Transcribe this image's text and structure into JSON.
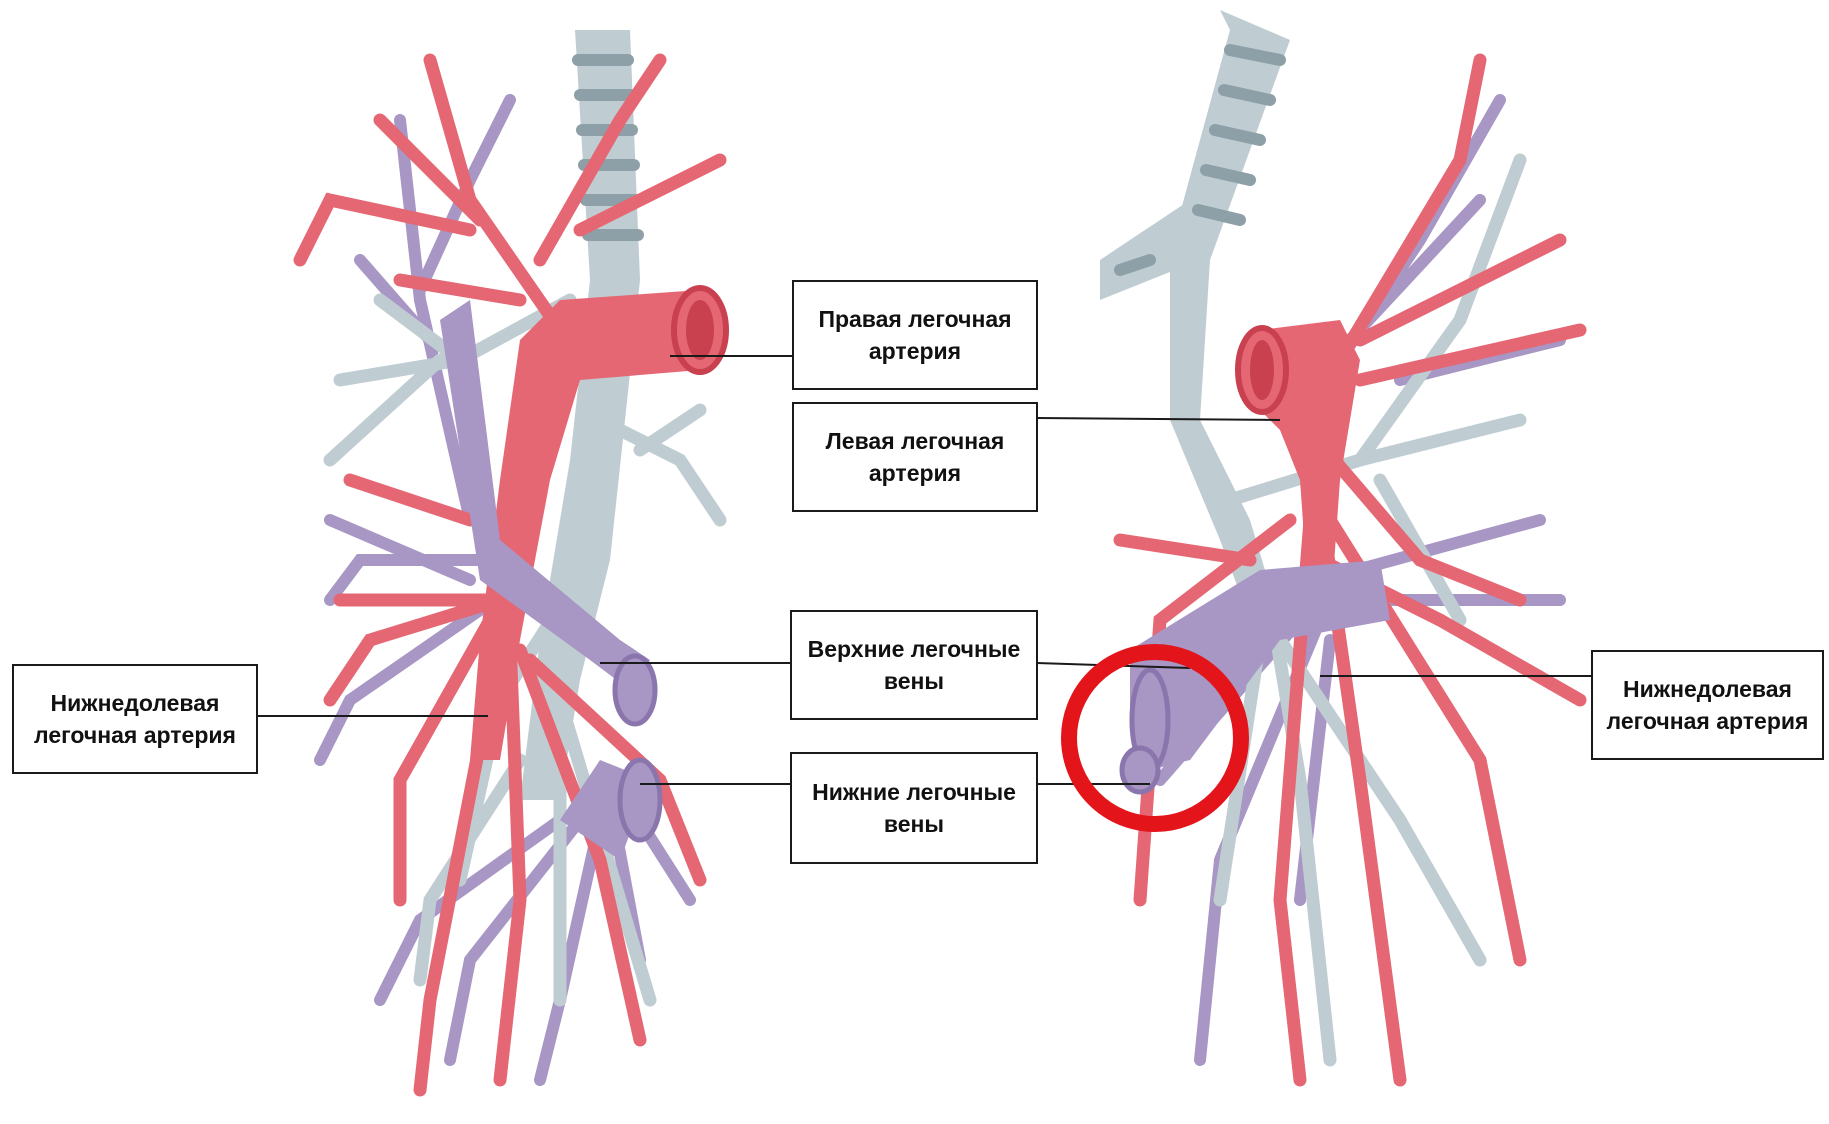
{
  "colors": {
    "artery": "#e56773",
    "artery_dark": "#c9404f",
    "vein": "#a896c4",
    "vein_dark": "#8a76ad",
    "bronchus": "#bfcdd2",
    "bronchus_ring": "#8ea0a7",
    "highlight_circle": "#e3151b"
  },
  "labels": {
    "right_pulmonary_artery": {
      "line1": "Правая легочная",
      "line2": "артерия"
    },
    "left_pulmonary_artery": {
      "line1": "Левая легочная",
      "line2": "артерия"
    },
    "superior_pulmonary_veins": {
      "line1": "Верхние легочные",
      "line2": "вены"
    },
    "inferior_pulmonary_veins": {
      "line1": "Нижние легочные",
      "line2": "вены"
    },
    "lower_lobe_artery_left": {
      "line1": "Нижнедолевая",
      "line2": "легочная артерия"
    },
    "lower_lobe_artery_right": {
      "line1": "Нижнедолевая",
      "line2": "легочная артерия"
    }
  }
}
